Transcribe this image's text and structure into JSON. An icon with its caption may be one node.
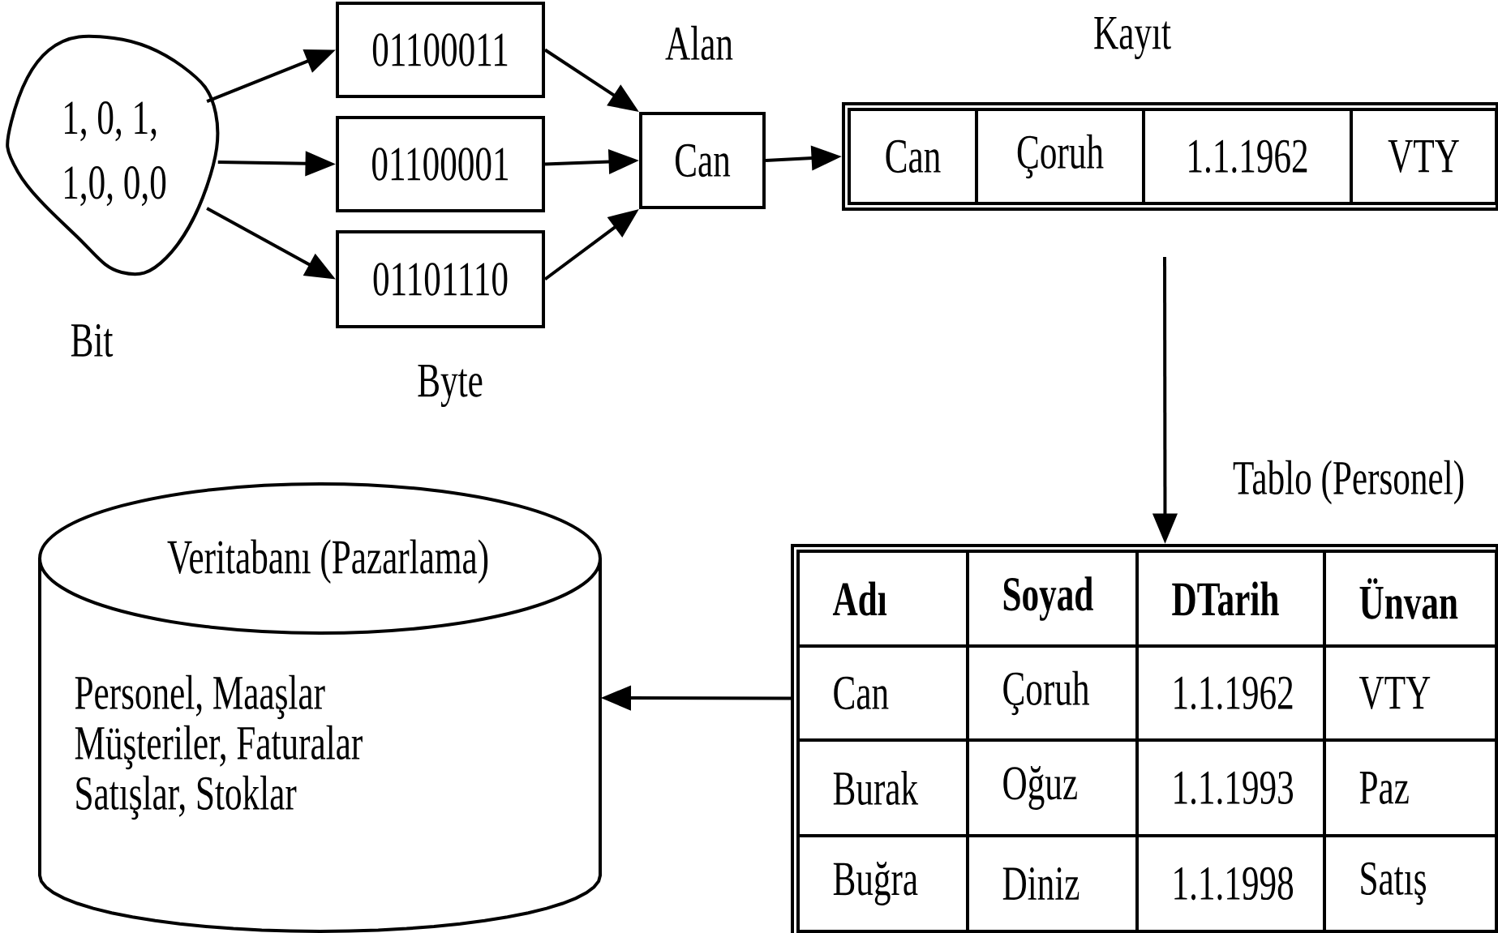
{
  "diagram": {
    "nodes": [
      {
        "text": [
          "1, 0, 1,",
          "1,0, 0,0"
        ],
        "beside": [
          "Bit"
        ]
      },
      {
        "text": [
          "01100011"
        ]
      },
      {
        "text": [
          "01100001"
        ]
      },
      {
        "text": [
          "01101110"
        ],
        "beside": [
          "Byte"
        ]
      },
      {
        "text": [
          "Can"
        ],
        "beside": [
          "Alan"
        ]
      },
      {
        "text": [],
        "shape": "box",
        "beside": [
          "Kayıt"
        ]
      },
      {
        "text": [
          "Can"
        ],
        "in": 5
      },
      {
        "text": [
          "Çoruh"
        ],
        "in": 5
      },
      {
        "text": [
          "1.1.1962"
        ],
        "in": 5
      },
      {
        "text": [
          "VTY"
        ],
        "in": 5
      },
      {
        "text": [],
        "shape": "box",
        "beside": [
          "Tablo (Personel)"
        ]
      },
      {
        "text": [
          "Adı"
        ],
        "in": 10
      },
      {
        "text": [
          "Soyad"
        ],
        "in": 10
      },
      {
        "text": [
          "DTarih"
        ],
        "in": 10
      },
      {
        "text": [
          "Ünvan"
        ],
        "in": 10
      },
      {
        "text": [
          "Can"
        ],
        "in": 10
      },
      {
        "text": [
          "Çoruh"
        ],
        "in": 10
      },
      {
        "text": [
          "1.1.1962"
        ],
        "in": 10
      },
      {
        "text": [
          "VTY"
        ],
        "in": 10
      },
      {
        "text": [
          "Burak"
        ],
        "in": 10
      },
      {
        "text": [
          "Oğuz"
        ],
        "in": 10
      },
      {
        "text": [
          "1.1.1993"
        ],
        "in": 10
      },
      {
        "text": [
          "Paz"
        ],
        "in": 10
      },
      {
        "text": [
          "Buğra"
        ],
        "in": 10
      },
      {
        "text": [
          "Diniz"
        ],
        "in": 10
      },
      {
        "text": [
          "1.1.1998"
        ],
        "in": 10
      },
      {
        "text": [
          "Satış"
        ],
        "in": 10
      },
      {
        "text": [
          "Veritabanı (Pazarlama)",
          "Personel, Maaşlar",
          "Müşteriler, Faturalar",
          "Satışlar, Stoklar"
        ]
      }
    ],
    "edges": [
      {
        "from": 0,
        "to": 1,
        "arrow": "to"
      },
      {
        "from": 0,
        "to": 2,
        "arrow": "to"
      },
      {
        "from": 0,
        "to": 3,
        "arrow": "to"
      },
      {
        "from": 1,
        "to": 4,
        "arrow": "to"
      },
      {
        "from": 2,
        "to": 4,
        "arrow": "to"
      },
      {
        "from": 3,
        "to": 4,
        "arrow": "to"
      },
      {
        "from": 4,
        "to": 5,
        "arrow": "to"
      },
      {
        "from": 5,
        "to": 10,
        "arrow": "to"
      },
      {
        "from": 10,
        "to": 27,
        "arrow": "to"
      }
    ]
  }
}
